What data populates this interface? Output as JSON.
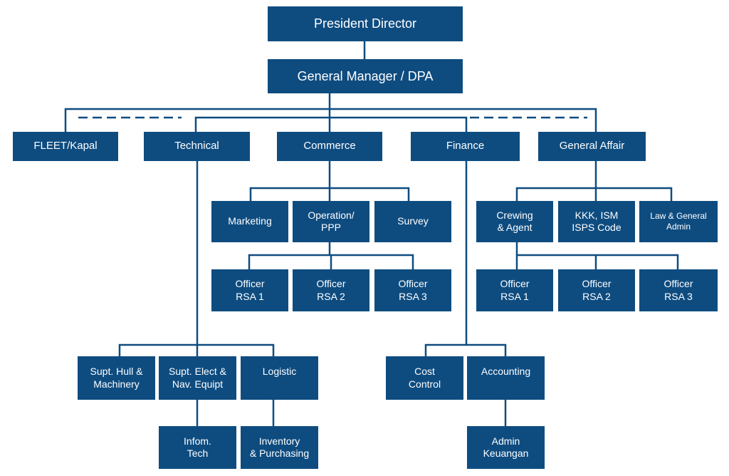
{
  "org_chart": {
    "president": "President Director",
    "general_manager": "General Manager / DPA",
    "departments": {
      "fleet": "FLEET/Kapal",
      "technical": "Technical",
      "commerce": "Commerce",
      "finance": "Finance",
      "general_affair": "General Affair"
    },
    "commerce_units": {
      "marketing": [
        "Marketing"
      ],
      "operation": [
        "Operation/",
        "PPP"
      ],
      "survey": [
        "Survey"
      ]
    },
    "commerce_officers": [
      [
        "Officer",
        "RSA 1"
      ],
      [
        "Officer",
        "RSA 2"
      ],
      [
        "Officer",
        "RSA 3"
      ]
    ],
    "ga_units": {
      "crewing": [
        "Crewing",
        "& Agent"
      ],
      "kkk": [
        "KKK, ISM",
        "ISPS Code"
      ],
      "law": [
        "Law & General",
        "Admin"
      ]
    },
    "ga_officers": [
      [
        "Officer",
        "RSA 1"
      ],
      [
        "Officer",
        "RSA 2"
      ],
      [
        "Officer",
        "RSA 3"
      ]
    ],
    "technical_units": {
      "hull": [
        "Supt. Hull &",
        "Machinery"
      ],
      "elect": [
        "Supt. Elect &",
        "Nav. Equipt"
      ],
      "logistic": [
        "Logistic"
      ]
    },
    "technical_sub": {
      "infotech": [
        "Infom.",
        "Tech"
      ],
      "inventory": [
        "Inventory",
        "& Purchasing"
      ]
    },
    "finance_units": {
      "cost_control": [
        "Cost",
        "Control"
      ],
      "accounting": [
        "Accounting"
      ]
    },
    "finance_sub": {
      "admin": [
        "Admin",
        "Keuangan"
      ]
    }
  }
}
